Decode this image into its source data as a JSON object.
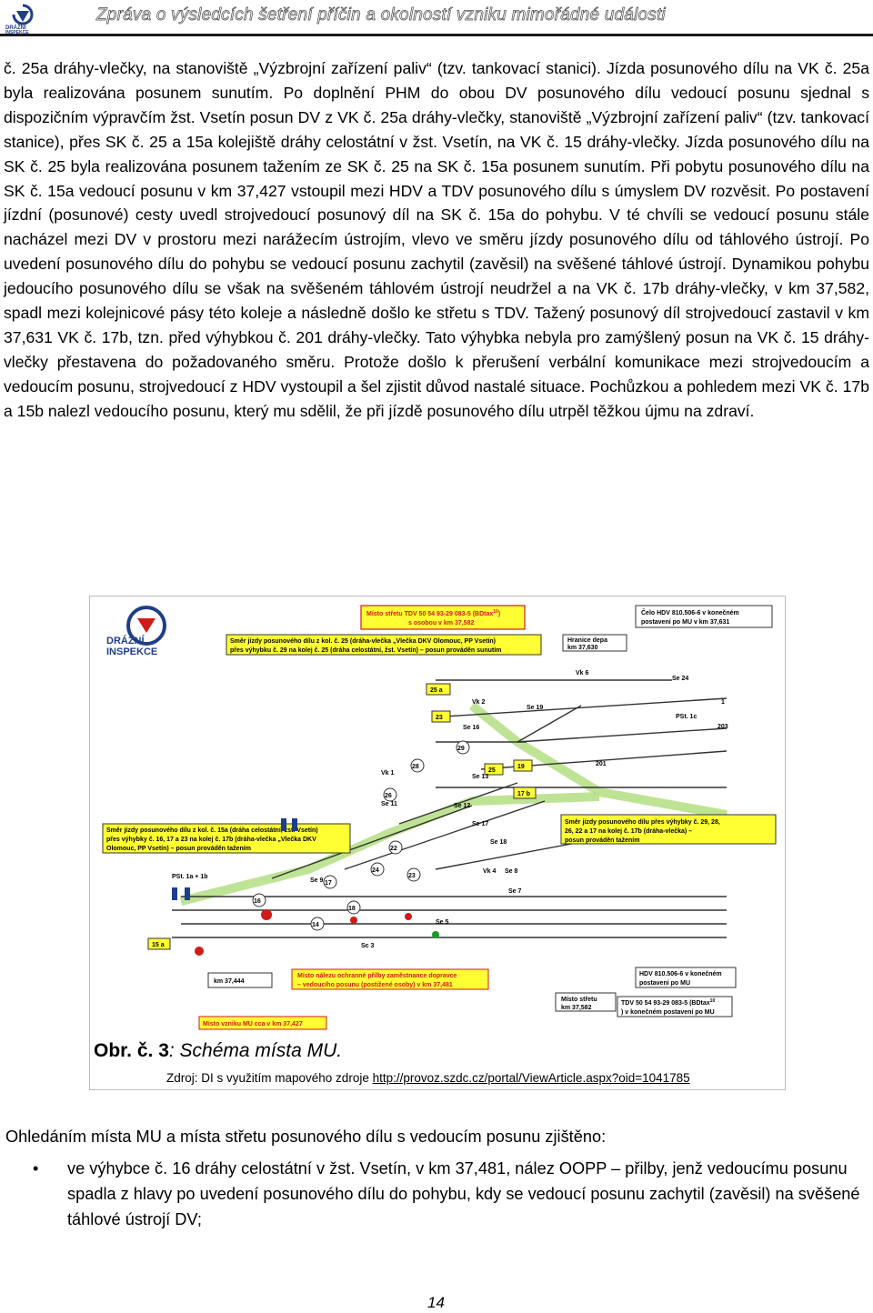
{
  "header": {
    "title": "Zpráva o výsledcích šetření příčin a okolností vzniku mimořádné události",
    "logo_text": [
      "DRÁŽNÍ",
      "INSPEKCE"
    ]
  },
  "body": {
    "paragraph": "č. 25a dráhy-vlečky, na stanoviště „Výzbrojní zařízení paliv“ (tzv. tankovací stanici). Jízda posunového dílu na VK č. 25a byla realizována posunem sunutím. Po doplnění PHM do obou DV posunového dílu vedoucí posunu sjednal s dispozičním výpravčím žst. Vsetín posun DV z VK č. 25a dráhy-vlečky, stanoviště „Výzbrojní zařízení paliv“ (tzv. tankovací stanice), přes SK č. 25 a 15a kolejiště dráhy celostátní v žst. Vsetín, na VK č. 15 dráhy-vlečky. Jízda posunového dílu na SK č. 25 byla realizována posunem tažením ze SK č. 25 na SK č. 15a posunem sunutím. Při pobytu posunového dílu na SK č. 15a vedoucí posunu v km 37,427 vstoupil mezi HDV a TDV posunového dílu s úmyslem DV rozvěsit. Po postavení jízdní (posunové) cesty uvedl strojvedoucí posunový díl na SK č. 15a do pohybu. V té chvíli se vedoucí posunu stále nacházel mezi DV v prostoru mezi narážecím ústrojím, vlevo ve směru jízdy posunového dílu od táhlového ústrojí. Po uvedení posunového dílu do pohybu se vedoucí posunu zachytil (zavěsil) na svěšené táhlové ústrojí. Dynamikou pohybu jedoucího posunového dílu se však na svěšeném táhlovém ústrojí neudržel a na VK č. 17b dráhy-vlečky, v km 37,582, spadl mezi kolejnicové pásy této koleje a následně došlo ke střetu s TDV. Tažený posunový díl strojvedoucí zastavil v km 37,631 VK č. 17b, tzn. před výhybkou č. 201 dráhy-vlečky. Tato výhybka nebyla pro zamýšlený posun na VK č. 15 dráhy-vlečky přestavena do požadovaného směru. Protože došlo k přerušení verbální komunikace mezi strojvedoucím a vedoucím posunu, strojvedoucí z HDV vystoupil a šel zjistit důvod nastalé situace. Pochůzkou a pohledem mezi VK č. 17b a 15b nalezl vedoucího posunu, který mu sdělil, že při jízdě posunového dílu utrpěl těžkou újmu na zdraví."
  },
  "figure": {
    "caption_prefix": "Obr. č. 3",
    "caption_sep": ":",
    "caption_text": " Schéma místa MU.",
    "source_text": "Zdroj: DI s využitím mapového zdroje ",
    "source_url": "http://provoz.szdc.cz/portal/ViewArticle.aspx?oid=1041785",
    "labels": {
      "strike1": "Místo střetu TDV 50 54 93-29 083-5 (BDtax",
      "strike1_sup": "10",
      "strike1b": ")",
      "strike2": "s osobou v km 37,582",
      "head1": "Čelo HDV 810.506-6 v konečném",
      "head2": "postavení po MU v km 37,631",
      "dir1a": "Směr jízdy posunového dílu z kol. č. 25 (dráha-vlečka „Vlečka DKV Olomouc, PP Vsetín)",
      "dir1b": "přes výhybku č. 29 na kolej č. 25 (dráha celostátní, žst. Vsetín) – posun prováděn sunutím",
      "border1": "Hranice depa",
      "border2": "km 37,630",
      "dir2a": "Směr jízdy posunového dílu z kol. č. 15a (dráha celostátní, žst. Vsetín)",
      "dir2b": "přes výhybky č. 16, 17 a 23 na kolej č. 17b (dráha-vlečka „Vlečka DKV",
      "dir2c": "Olomouc, PP Vsetín) – posun prováděn tažením",
      "dir3a": "Směr jízdy posunového dílu přes výhybky č. 29, 28,",
      "dir3b": "26, 22 a 17 na kolej č. 17b (dráha-vlečka) –",
      "dir3c": "posun prováděn tažením",
      "oopp1": "Místo nálezu ochranné přilby zaměstnance dopravce",
      "oopp2": "– vedoucího posunu (postižené osoby) v km 37,481",
      "km_label": "km 37,444",
      "hdv1": "HDV 810.506-6 v konečném",
      "hdv2": "postavení po MU",
      "tdv1": "TDV 50 54 93-29 083-5 (BDtax",
      "tdv_sup": "10",
      "tdv2": ") v konečném postavení po MU",
      "strike_box": "Místo střetu",
      "strike_box_km": "km 37,582",
      "mu_place": "Místo vzniku MU cca v km 37,427",
      "track_25a": "25 a",
      "track_23": "23",
      "track_25": "25",
      "track_19": "19",
      "track_17b": "17 b",
      "track_15a": "15 a",
      "track_201": "201",
      "track_203": "203",
      "track_1": "1",
      "sig_se24": "Se 24",
      "sig_se19": "Se 19",
      "sig_se16": "Se 16",
      "sig_se13": "Se 13",
      "sig_se11": "Se 11",
      "sig_se12": "Se 12",
      "sig_se17": "Se 17",
      "sig_se18": "Se 18",
      "sig_se9": "Se 9",
      "sig_se8": "Se 8",
      "sig_se7": "Se 7",
      "sig_se5": "Se 5",
      "sig_sc3": "Sc 3",
      "sig_vk1": "Vk 1",
      "sig_vk2": "Vk 2",
      "sig_vk4": "Vk 4",
      "sig_vk6": "Vk 6",
      "sig_pst1c": "PSt. 1c",
      "sig_pst1": "PSt. 1a + 1b",
      "sw_29": "29",
      "sw_28": "28",
      "sw_26": "26",
      "sw_22": "22",
      "sw_17": "17",
      "sw_16": "16",
      "sw_18": "18",
      "sw_14": "14",
      "sw_23": "23",
      "sw_24": "24"
    }
  },
  "after_text": "Ohledáním místa MU a místa střetu posunového dílu s vedoucím posunu zjištěno:",
  "bullets": [
    {
      "symbol": "•",
      "text": "ve výhybce č. 16 dráhy celostátní v žst. Vsetín, v km 37,481, nález OOPP – přilby, jenž vedoucímu posunu spadla z hlavy po uvedení posunového dílu do pohybu, kdy se vedoucí posunu zachytil (zavěsil) na svěšené táhlové ústrojí DV;"
    }
  ],
  "page_number": "14",
  "colors": {
    "brand_blue": "#1f3e8a",
    "brand_red": "#d11a1a",
    "track_green": "#b7e08a",
    "label_yellow": "#ffff33"
  },
  "icons": [
    "drazni-inspekce-logo"
  ]
}
